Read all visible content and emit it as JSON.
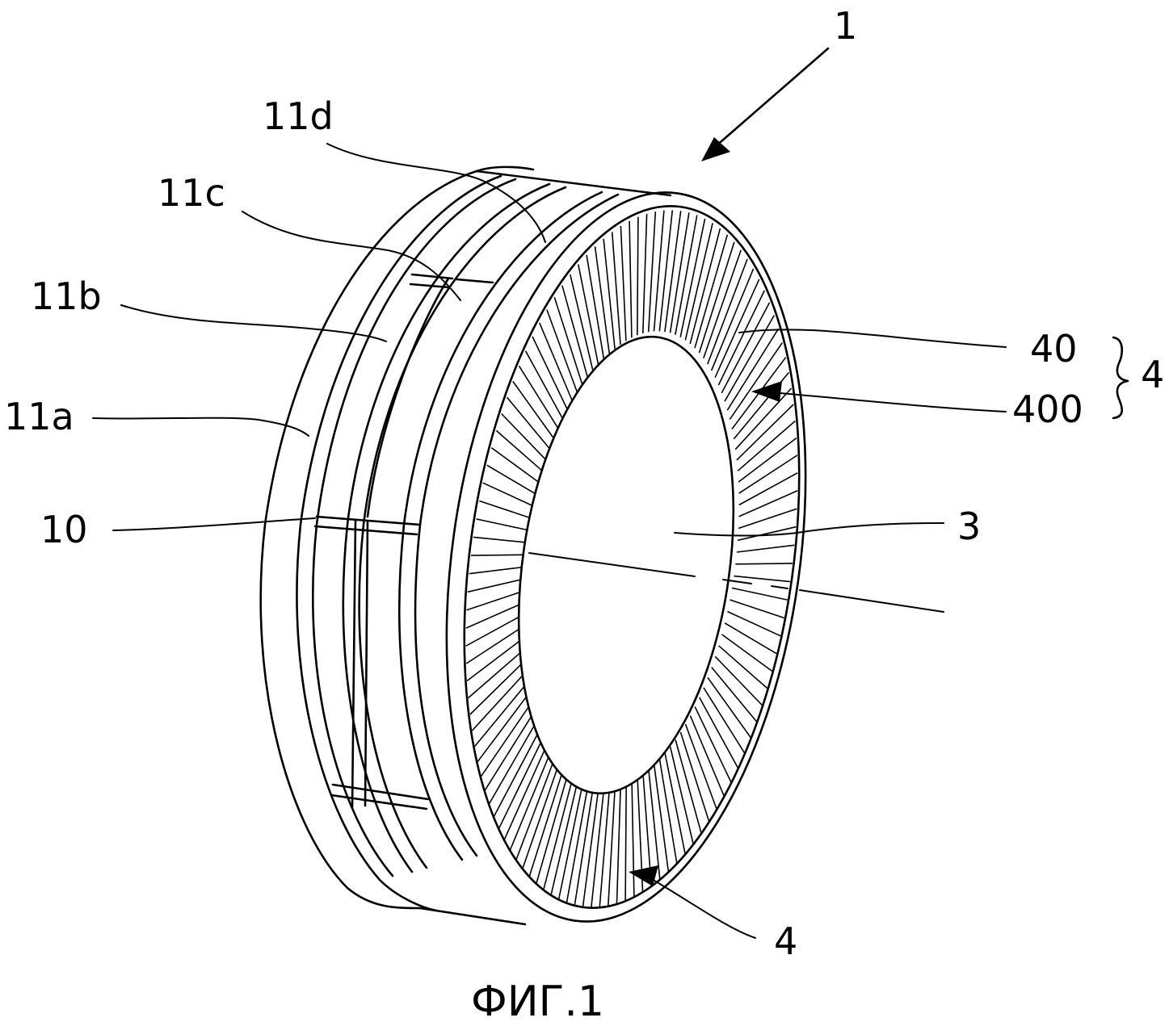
{
  "labels": {
    "l1": "1",
    "l11d": "11d",
    "l11c": "11c",
    "l11b": "11b",
    "l11a": "11a",
    "l10": "10",
    "l40": "40",
    "l400": "400",
    "l4brace": "4",
    "l3": "3",
    "l4bottom": "4"
  },
  "caption": "ФИГ.1"
}
